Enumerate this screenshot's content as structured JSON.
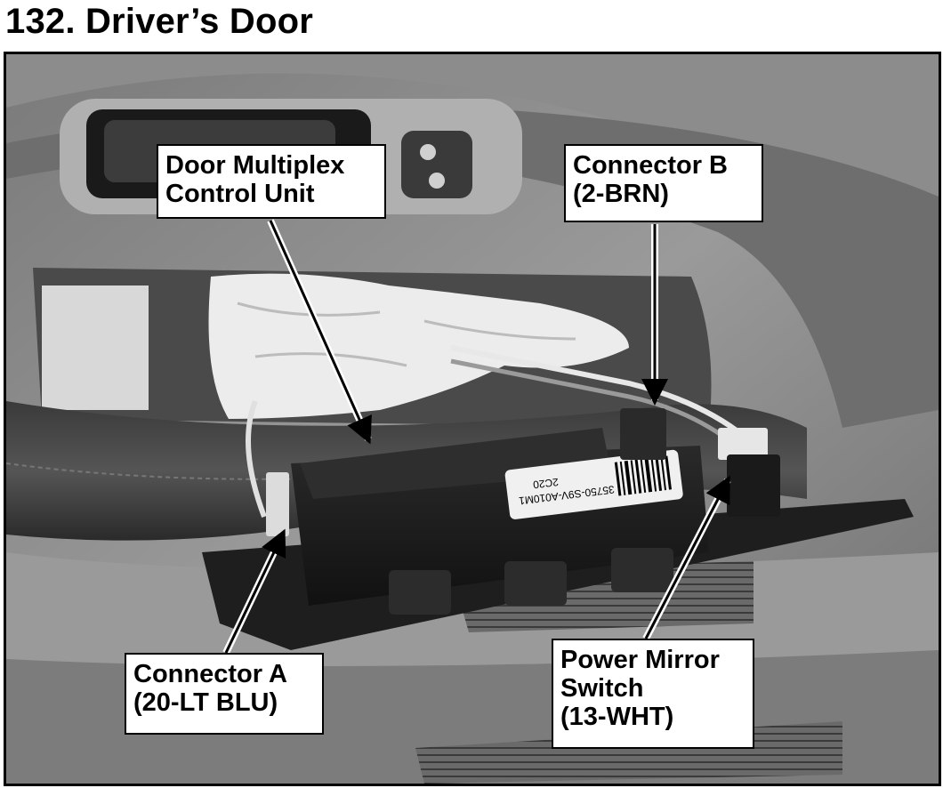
{
  "title": "132. Driver’s Door",
  "photo": {
    "label_lines": [
      "35750-S9V-A010M1",
      "2C20"
    ]
  },
  "callouts": {
    "door_multiplex": {
      "line1": "Door Multiplex",
      "line2": "Control Unit"
    },
    "connector_b": {
      "line1": "Connector B",
      "line2": "(2-BRN)"
    },
    "connector_a": {
      "line1": "Connector A",
      "line2": "(20-LT BLU)"
    },
    "power_mirror": {
      "line1": "Power Mirror",
      "line2": "Switch",
      "line3": "(13-WHT)"
    }
  }
}
